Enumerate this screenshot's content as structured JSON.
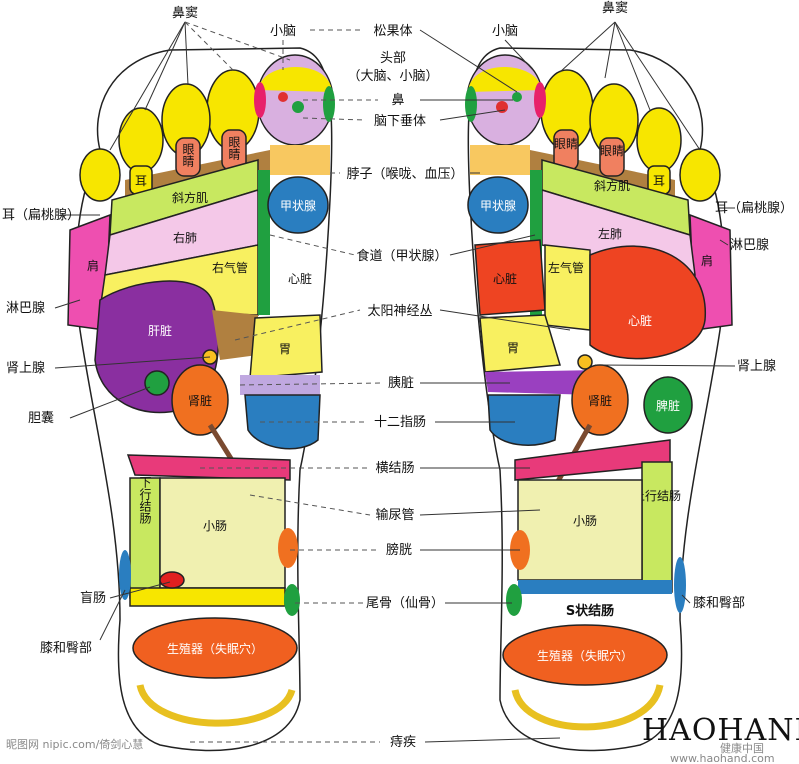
{
  "labels": {
    "sinus_l": "鼻窦",
    "sinus_r": "鼻窦",
    "cerebellum_l": "小脑",
    "cerebellum_r": "小脑",
    "pineal": "松果体",
    "head": "头部",
    "head_sub": "（大脑、小脑）",
    "nose": "鼻",
    "pituitary": "脑下垂体",
    "neck": "脖子（喉咙、血压）",
    "esophagus": "食道（甲状腺）",
    "solar_plexus": "太阳神经丛",
    "pancreas": "胰脏",
    "duodenum": "十二指肠",
    "transverse_colon": "横结肠",
    "ureter": "输尿管",
    "bladder": "膀胱",
    "coccyx": "尾骨（仙骨）",
    "hemorrhoids": "痔疾",
    "ear_tonsil_l": "耳（扁桃腺）",
    "ear_tonsil_r": "耳（扁桃腺）",
    "lymph_l": "淋巴腺",
    "lymph_r": "淋巴腺",
    "adrenal_l": "肾上腺",
    "adrenal_r": "肾上腺",
    "gallbladder": "胆囊",
    "appendix": "盲肠",
    "knee_hip_l": "膝和臀部",
    "knee_hip_r": "膝和臀部"
  },
  "zones": {
    "eye": "眼睛",
    "ear": "耳",
    "trapezius": "斜方肌",
    "right_lung": "右肺",
    "left_lung": "左肺",
    "right_bronchus": "右气管",
    "left_bronchus": "左气管",
    "shoulder": "肩",
    "thyroid": "甲状腺",
    "heart": "心脏",
    "liver": "肝脏",
    "stomach": "胃",
    "kidney": "肾脏",
    "spleen": "脾脏",
    "descending_colon": "下行结肠",
    "ascending_colon": "上行结肠",
    "small_intestine": "小肠",
    "sigmoid_colon": "S状结肠",
    "genitals": "生殖器（失眠穴）"
  },
  "watermark": {
    "left": "昵图网 nipic.com/倚剑心慧",
    "brand": "HAOHAND",
    "brand_cn": "健康中国",
    "brand_url": "www.haohand.com"
  },
  "colors": {
    "toe": "#f7e600",
    "head": "#d9b0e0",
    "eye": "#f08060",
    "trapezius": "#c8e860",
    "lung": "#f4c8e8",
    "bronchus": "#f8f060",
    "shoulder": "#ee4fb0",
    "thyroid": "#2a7ec0",
    "heart": "#ee4422",
    "liver": "#8a2fa0",
    "stomach": "#f8f060",
    "kidney": "#f07020",
    "spleen": "#20a040",
    "colon_pink": "#e83a7a",
    "small_intestine": "#f0f0b0",
    "genitals": "#f06020"
  }
}
